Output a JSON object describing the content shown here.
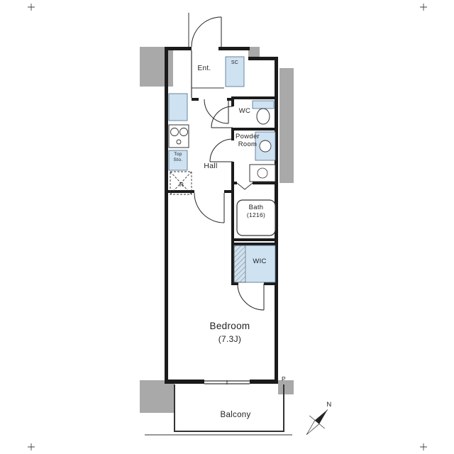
{
  "floorplan": {
    "rooms": {
      "entrance": "Ent.",
      "shoe_closet": "SC",
      "toilet": "WC",
      "powder_room_line1": "Powder",
      "powder_room_line2": "Room",
      "hall": "Hall",
      "bath": "Bath",
      "bath_size": "(1216)",
      "walk_in_closet": "WIC",
      "bedroom": "Bedroom",
      "bedroom_size": "(7.3J)",
      "balcony": "Balcony"
    },
    "fixtures": {
      "top_storage_line1": "Top",
      "top_storage_line2": "Sto.",
      "refrigerator": "R",
      "pipe_space": "P"
    },
    "compass": {
      "north": "N"
    },
    "colors": {
      "wall": "#1b1b1b",
      "concrete_fill": "#a9a9a9",
      "fixture_fill": "#cfe2f1",
      "line": "#333333",
      "background": "#ffffff"
    }
  }
}
